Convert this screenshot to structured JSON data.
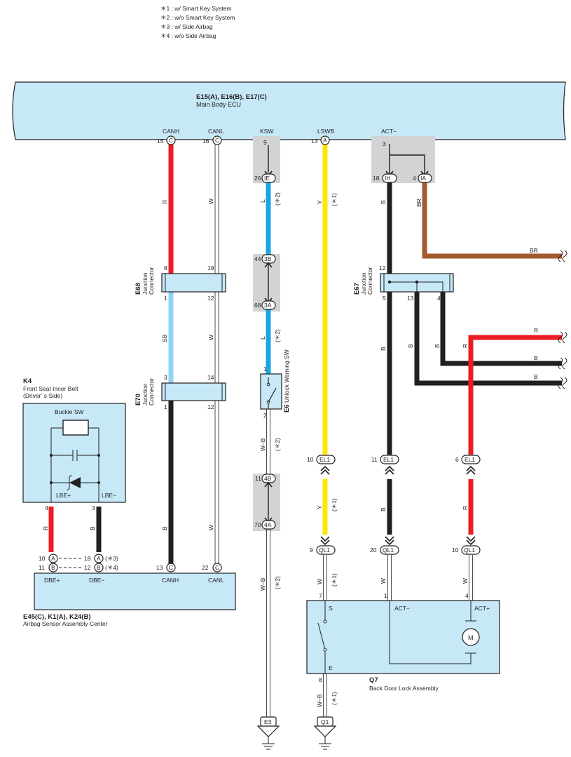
{
  "notes": [
    "＊1 : w/ Smart Key System",
    "＊2 : w/o Smart Key System",
    "＊3 : w/ Side Airbag",
    "＊4 : w/o Side Airbag"
  ],
  "ecu": {
    "id": "E15(A), E16(B), E17(C)",
    "name": "Main Body ECU",
    "terminals": [
      "CANH",
      "CANL",
      "KSW",
      "LSWB",
      "ACT−"
    ]
  },
  "pins": {
    "canh_ecu": "15",
    "canh_ecu_c": "C",
    "canl_ecu": "16",
    "canl_ecu_c": "C",
    "ksw_ecu": "9",
    "lswb_ecu": "13",
    "lswb_ecu_c": "A",
    "act_ecu": "3",
    "ie_pin": "26",
    "ie_c": "IE",
    "ih_pin": "18",
    "ih_c": "IH",
    "ia_pin": "4",
    "ia_c": "IA",
    "e68_top_l": "8",
    "e68_top_r": "19",
    "e68_bot_l": "1",
    "e68_bot_r": "12",
    "e70_top_l": "3",
    "e70_top_r": "14",
    "e70_bot_l": "1",
    "e70_bot_r": "12",
    "p3b": "44",
    "c3b": "3B",
    "p3a": "68",
    "c3a": "3A",
    "e6_top": "1",
    "e6_bot": "2",
    "p4b": "11",
    "c4b": "4B",
    "p4a": "70",
    "c4a": "4A",
    "e67_top": "12",
    "e67_bl": "5",
    "e67_bm": "13",
    "e67_br": "4",
    "el1_y": "10",
    "el1_b": "11",
    "el1_r": "6",
    "el1": "EL1",
    "ql1_y": "9",
    "ql1_b": "20",
    "ql1_r": "10",
    "ql1": "QL1",
    "k4_lbe_plus": "4",
    "k4_lbe_minus": "3",
    "e45_a10": "10",
    "e45_a10_c": "A",
    "e45_b11": "11",
    "e45_b11_c": "B",
    "e45_a18": "18",
    "e45_a18_c": "A",
    "e45_b12": "12",
    "e45_b12_c": "B",
    "e45_c13": "13",
    "e45_c13_c": "C",
    "e45_c22": "22",
    "e45_c22_c": "C",
    "q7_s": "7",
    "q7_act_minus": "1",
    "q7_act_plus": "4",
    "q7_e": "8",
    "note3": "(＊3)",
    "note4": "(＊4)"
  },
  "wires": {
    "r": "R",
    "w": "W",
    "l": "L",
    "y": "Y",
    "b": "B",
    "br": "BR",
    "sb": "SB",
    "wb": "W–B",
    "n1": "(＊1)",
    "n2": "(＊2)"
  },
  "components": {
    "e68": {
      "id": "E68",
      "name1": "Junction",
      "name2": "Connector"
    },
    "e70": {
      "id": "E70",
      "name1": "Junction",
      "name2": "Connector"
    },
    "e67": {
      "id": "E67",
      "name1": "Junction",
      "name2": "Connector"
    },
    "e6": {
      "id": "E6",
      "name": "Unlock Warning SW"
    },
    "k4": {
      "id": "K4",
      "name1": "Front Seat Inner Belt",
      "name2": "(Driver’ s Side)",
      "buckle": "Buckle SW",
      "lbe_plus": "LBE+",
      "lbe_minus": "LBE−"
    },
    "e45": {
      "id": "E45(C), K1(A), K24(B)",
      "name": "Airbag Sensor Assembly Center",
      "terms": [
        "DBE+",
        "DBE−",
        "CANH",
        "CANL"
      ]
    },
    "q7": {
      "id": "Q7",
      "name": "Back Door Lock Assembly",
      "s": "S",
      "e": "E",
      "act_minus": "ACT−",
      "act_plus": "ACT+",
      "motor": "M"
    },
    "ground_e3": "E3",
    "ground_q1": "Q1"
  },
  "colors": {
    "ecu_fill": "#c6e8f7",
    "red": "#ec1c24",
    "sky": "#8fd3f4",
    "blue": "#1aa7e1",
    "yellow": "#ffe600",
    "brown": "#a35a2f",
    "black": "#231f20",
    "gray": "#d2d3d5"
  }
}
